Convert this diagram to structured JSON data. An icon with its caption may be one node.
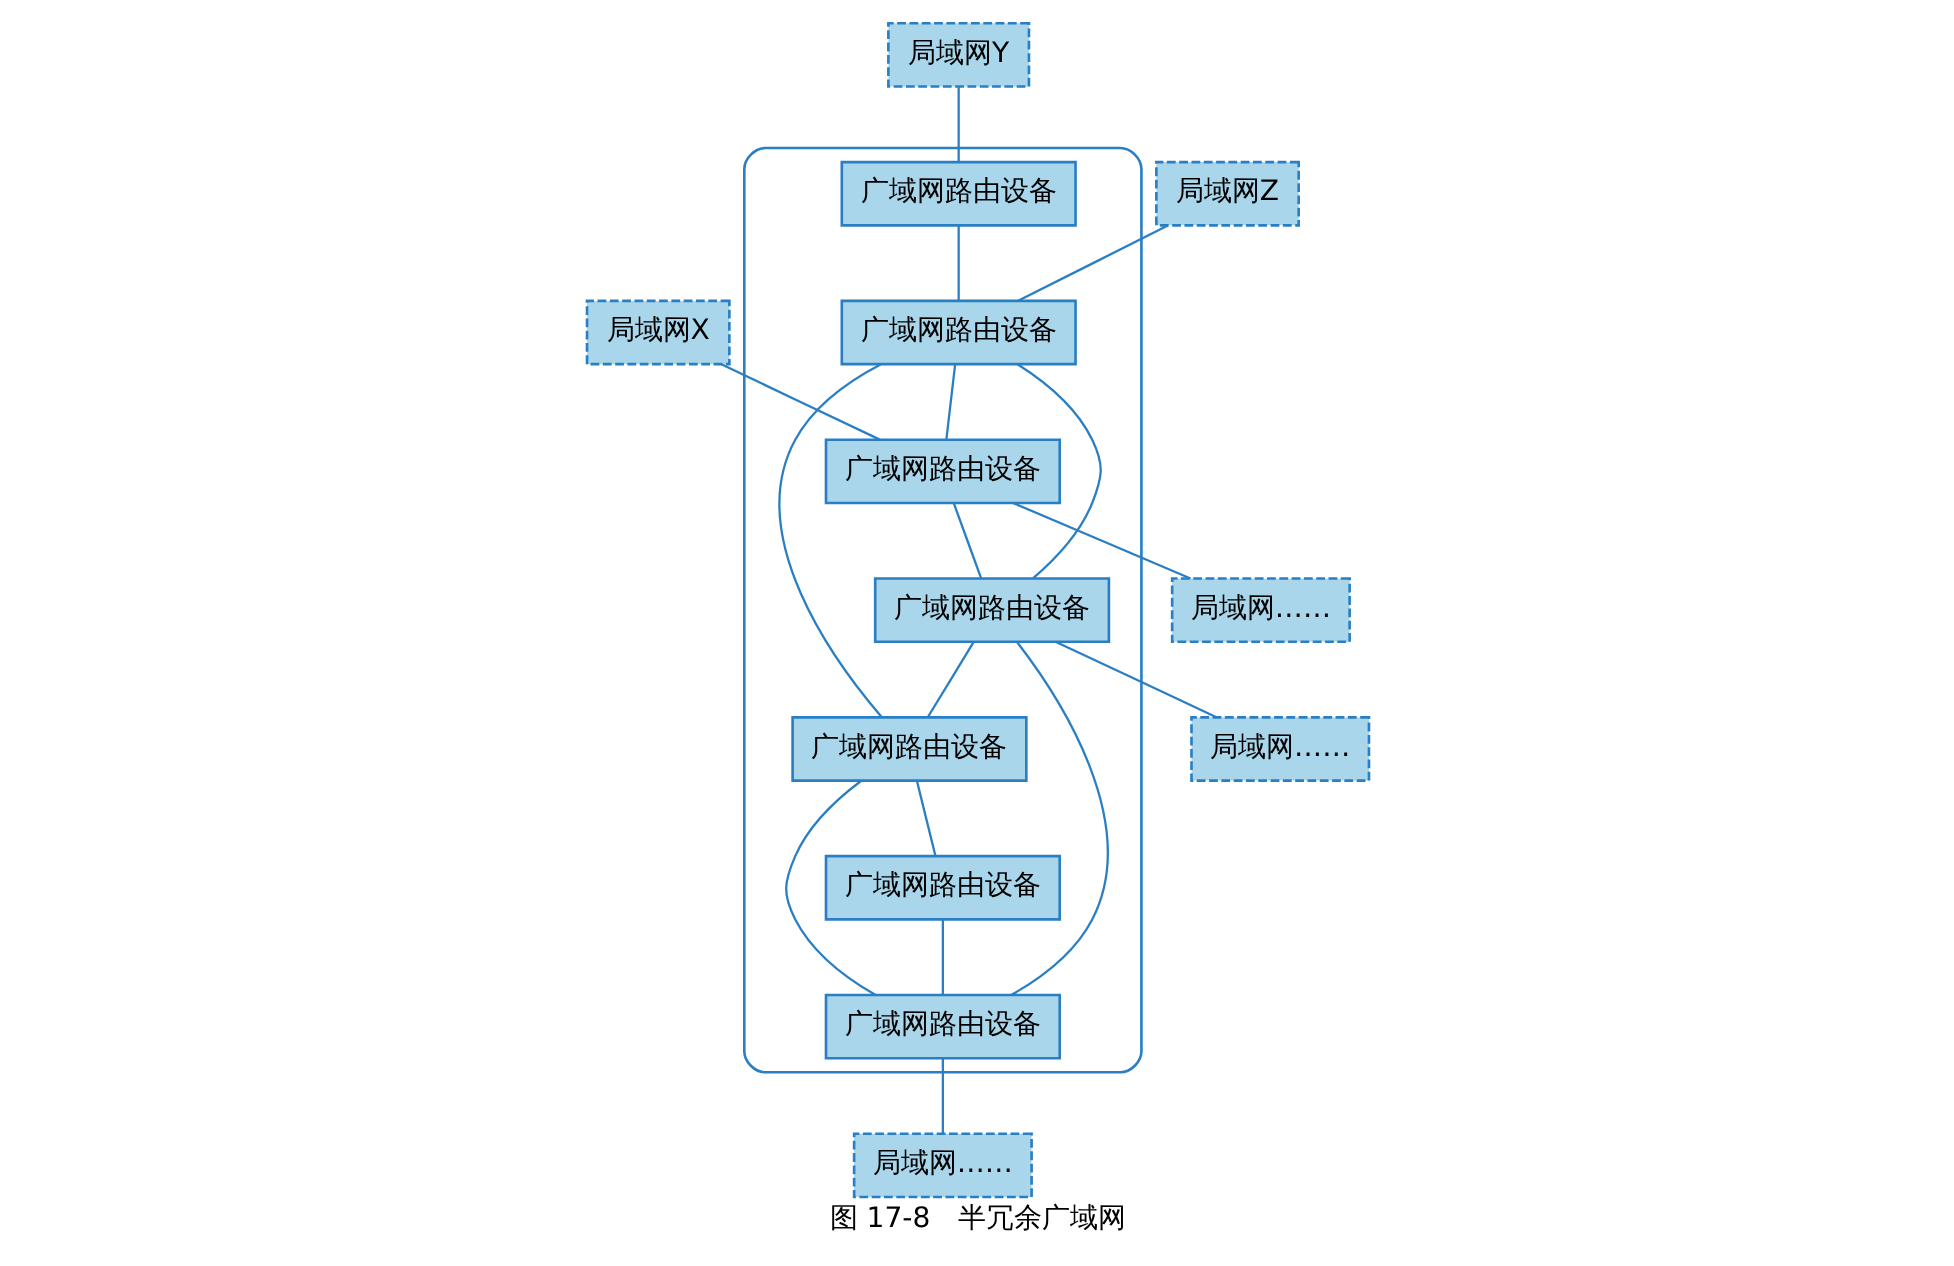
{
  "diagram": {
    "caption": "图 17-8　半冗余广域网",
    "nodes": [
      {
        "text": [],
        "shape": "ellipse"
      },
      {
        "text": [
          "局域网X"
        ]
      },
      {
        "text": [
          "局域网Y"
        ]
      },
      {
        "text": [
          "广域网路由设备"
        ],
        "in": 0
      },
      {
        "text": [
          "广域网路由设备"
        ],
        "in": 0
      },
      {
        "text": [
          "局域网……"
        ]
      },
      {
        "text": [
          "广域网路由设备"
        ],
        "in": 0
      },
      {
        "text": [
          "广域网路由设备"
        ],
        "in": 0
      },
      {
        "text": [
          "局域网……"
        ]
      },
      {
        "text": [
          "局域网Z"
        ]
      },
      {
        "text": [
          "广域网路由设备"
        ],
        "in": 0
      },
      {
        "text": [
          "广域网路由设备"
        ],
        "in": 0
      },
      {
        "text": [
          "广域网路由设备"
        ],
        "in": 0
      },
      {
        "text": [
          "局域网……"
        ]
      }
    ],
    "edges": [
      {
        "from": 1,
        "to": 4,
        "arrow": "none"
      },
      {
        "from": 2,
        "to": 3,
        "arrow": "none"
      },
      {
        "from": 3,
        "to": 6,
        "arrow": "none"
      },
      {
        "from": 6,
        "to": 4,
        "arrow": "none"
      },
      {
        "from": 4,
        "to": 5,
        "arrow": "none"
      },
      {
        "from": 4,
        "to": 7,
        "arrow": "none"
      },
      {
        "from": 6,
        "to": 7,
        "arrow": "none"
      },
      {
        "from": 7,
        "to": 8,
        "arrow": "none"
      },
      {
        "from": 9,
        "to": 6,
        "arrow": "none"
      },
      {
        "from": 6,
        "to": 10,
        "arrow": "none"
      },
      {
        "from": 7,
        "to": 10,
        "arrow": "none"
      },
      {
        "from": 10,
        "to": 11,
        "arrow": "none"
      },
      {
        "from": 10,
        "to": 12,
        "arrow": "none"
      },
      {
        "from": 12,
        "to": 11,
        "arrow": "none"
      },
      {
        "from": 7,
        "to": 11,
        "arrow": "none"
      },
      {
        "from": 11,
        "to": 13,
        "arrow": "none"
      }
    ]
  }
}
